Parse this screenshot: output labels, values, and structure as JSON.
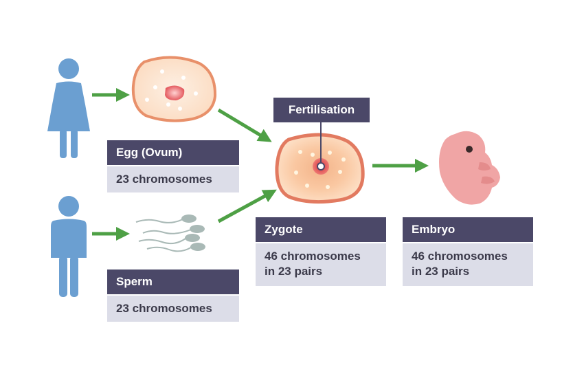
{
  "labels": {
    "egg": {
      "title": "Egg (Ovum)",
      "body": "23 chromosomes"
    },
    "sperm": {
      "title": "Sperm",
      "body": "23 chromosomes"
    },
    "zygote": {
      "title": "Zygote",
      "line1": "46 chromosomes",
      "line2": "in 23 pairs"
    },
    "embryo": {
      "title": "Embryo",
      "line1": "46 chromosomes",
      "line2": "in 23 pairs"
    },
    "fertilisation": "Fertilisation"
  },
  "colors": {
    "person": "#6b9fd1",
    "arrow": "#4ea045",
    "label_header": "#4b4868",
    "label_body": "#dcdde8",
    "cell_border": "#e8906a",
    "cell_fill": "#fde7d3",
    "embryo": "#f0a5a5"
  },
  "icons": [
    "female-person-icon",
    "male-person-icon",
    "egg-cell-icon",
    "sperm-cells-icon",
    "zygote-cell-icon",
    "embryo-icon"
  ]
}
